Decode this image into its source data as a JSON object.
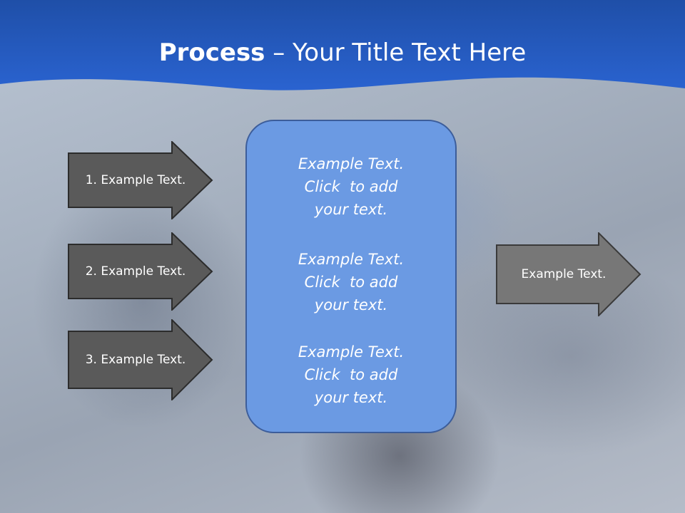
{
  "title": {
    "bold": "Process",
    "rest": " – Your Title Text Here"
  },
  "left_arrows": [
    {
      "label": "1. Example Text."
    },
    {
      "label": "2. Example Text."
    },
    {
      "label": "3. Example Text."
    }
  ],
  "center_box": {
    "blocks": [
      {
        "lines": [
          "Example Text.",
          "Click  to add",
          "your text."
        ]
      },
      {
        "lines": [
          "Example Text.",
          "Click  to add",
          "your text."
        ]
      },
      {
        "lines": [
          "Example Text.",
          "Click  to add",
          "your text."
        ]
      }
    ]
  },
  "right_arrow": {
    "label": "Example Text."
  },
  "colors": {
    "header_blue": "#2457c4",
    "dark_arrow": "#5a5a5a",
    "right_arrow": "#777777",
    "center_box": "#6b9ae3"
  }
}
